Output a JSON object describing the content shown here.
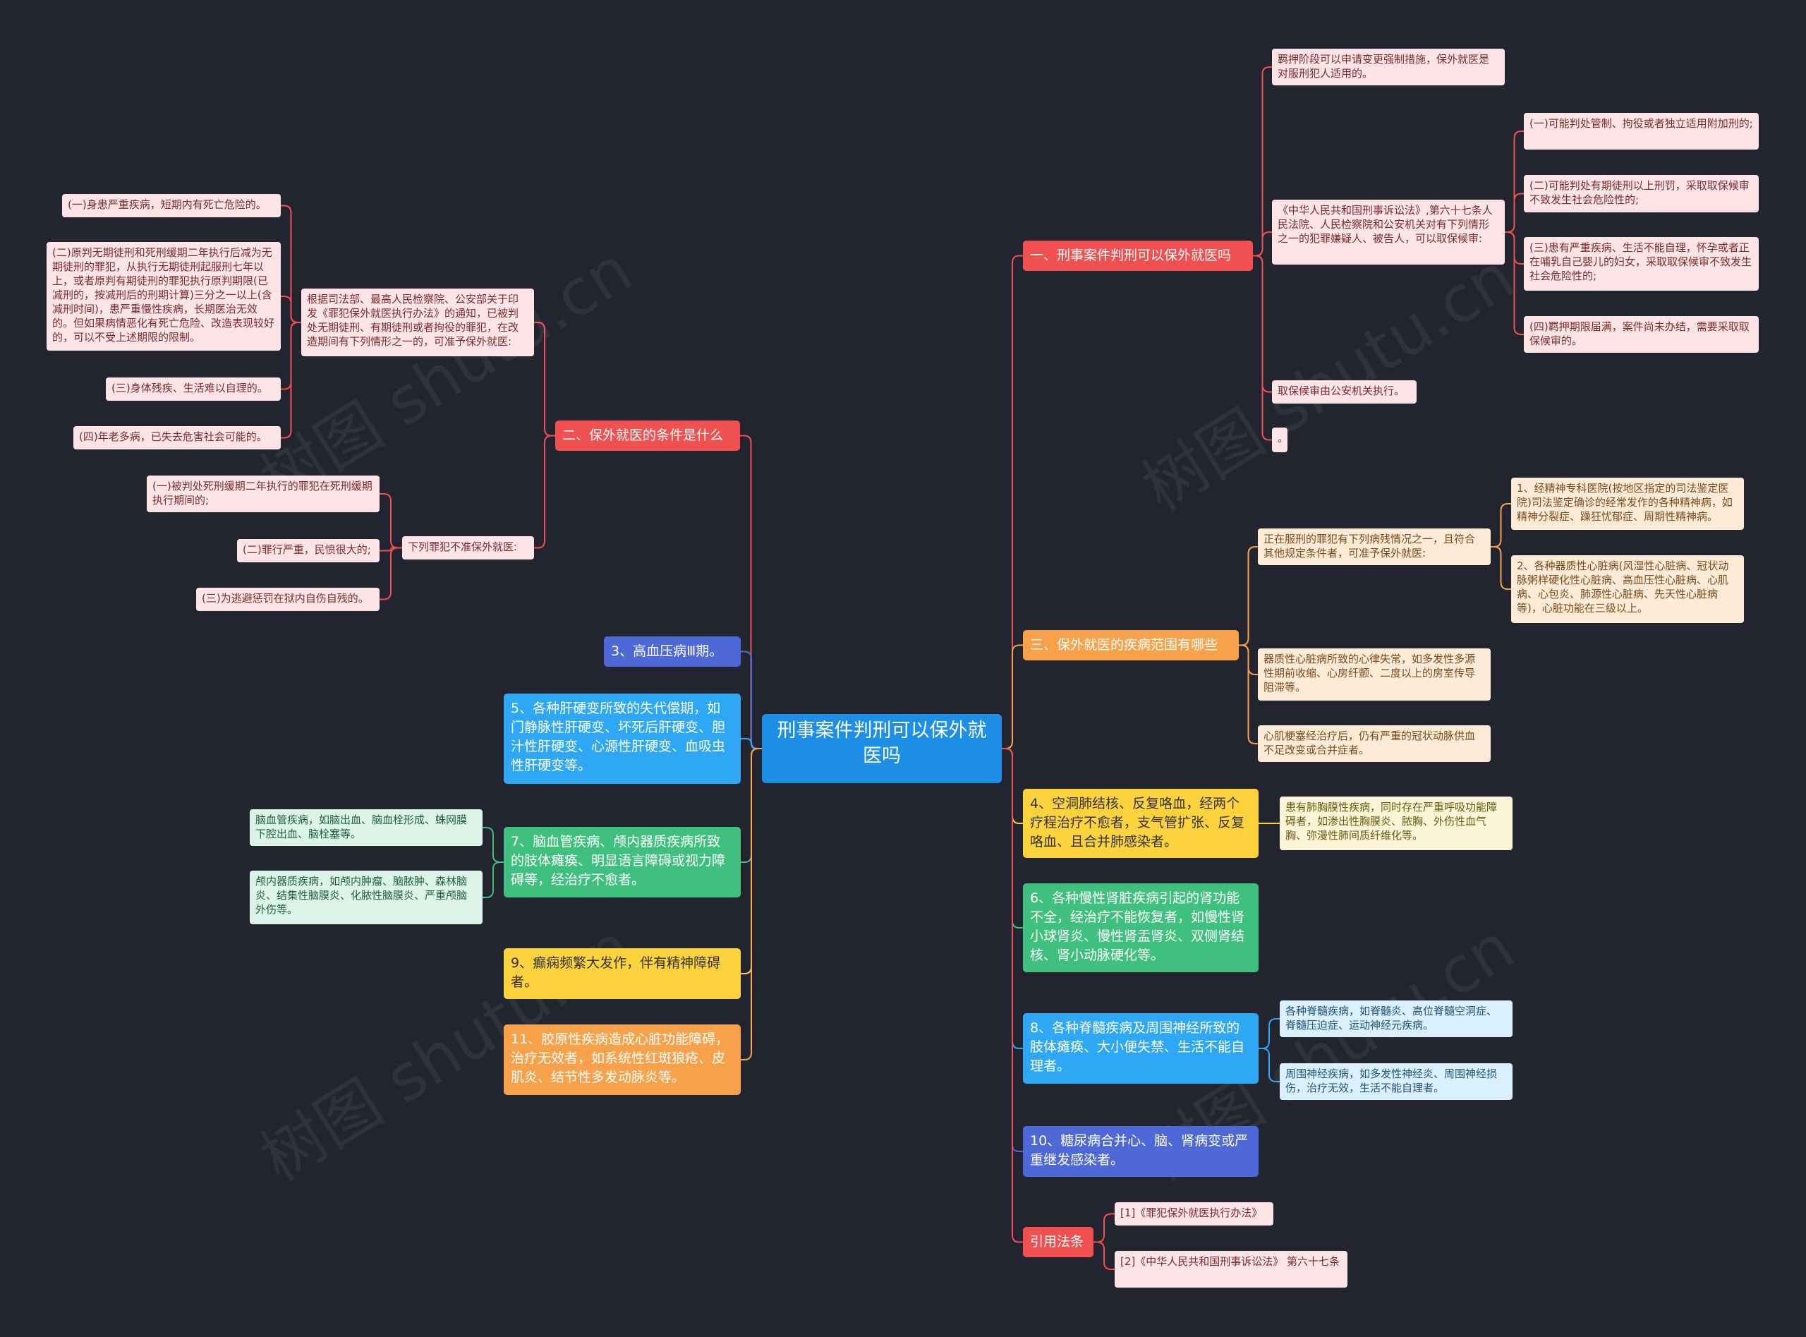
{
  "root": {
    "title": "刑事案件判刑可以保外就医吗"
  },
  "branches": {
    "b1": {
      "label": "一、刑事案件判刑可以保外就医吗",
      "n1": "羁押阶段可以申请变更强制措施，保外就医是对服刑犯人适用的。",
      "n2": "《中华人民共和国刑事诉讼法》,第六十七条人民法院、人民检察院和公安机关对有下列情形之一的犯罪嫌疑人、被告人，可以取保候审:",
      "n2a": "(一)可能判处管制、拘役或者独立适用附加刑的;",
      "n2b": "(二)可能判处有期徒刑以上刑罚，采取取保候审不致发生社会危险性的;",
      "n2c": "(三)患有严重疾病、生活不能自理，怀孕或者正在哺乳自己婴儿的妇女，采取取保候审不致发生社会危险性的;",
      "n2d": "(四)羁押期限届满，案件尚未办结，需要采取取保候审的。",
      "n3": "取保候审由公安机关执行。",
      "n4": "。"
    },
    "b2": {
      "label": "二、保外就医的条件是什么",
      "n1": "根据司法部、最高人民检察院、公安部关于印发《罪犯保外就医执行办法》的通知，已被判处无期徒刑、有期徒刑或者拘役的罪犯，在改造期间有下列情形之一的，可准予保外就医:",
      "n1a": "(一)身患严重疾病，短期内有死亡危险的。",
      "n1b": "(二)原判无期徒刑和死刑缓期二年执行后减为无期徒刑的罪犯，从执行无期徒刑起服刑七年以上，或者原判有期徒刑的罪犯执行原判期限(已减刑的，按减刑后的刑期计算)三分之一以上(含减刑时间)，患严重慢性疾病，长期医治无效的。但如果病情恶化有死亡危险、改造表现较好的，可以不受上述期限的限制。",
      "n1c": "(三)身体残疾、生活难以自理的。",
      "n1d": "(四)年老多病，已失去危害社会可能的。",
      "n2": "下列罪犯不准保外就医:",
      "n2a": "(一)被判处死刑缓期二年执行的罪犯在死刑缓期执行期间的;",
      "n2b": "(二)罪行严重，民愤很大的;",
      "n2c": "(三)为逃避惩罚在狱内自伤自残的。"
    },
    "b3": {
      "label": "三、保外就医的疾病范围有哪些",
      "n1": "正在服刑的罪犯有下列病残情况之一，且符合其他规定条件者，可准予保外就医:",
      "n1a": "1、经精神专科医院(按地区指定的司法鉴定医院)司法鉴定确诊的经常发作的各种精神病，如精神分裂症、躁狂忧郁症、周期性精神病。",
      "n1b": "2、各种器质性心脏病(风湿性心脏病、冠状动脉粥样硬化性心脏病、高血压性心脏病、心肌病、心包炎、肺源性心脏病、先天性心脏病等)，心脏功能在三级以上。",
      "n2": "器质性心脏病所致的心律失常，如多发性多源性期前收缩、心房纤颤、二度以上的房室传导阻滞等。",
      "n3": "心肌梗塞经治疗后，仍有严重的冠状动脉供血不足改变或合并症者。"
    },
    "b4": {
      "label": "4、空洞肺结核、反复咯血，经两个疗程治疗不愈者，支气管扩张、反复咯血、且合并肺感染者。",
      "n1": "患有肺胸膜性疾病，同时存在严重呼吸功能障碍者，如渗出性胸膜炎、脓胸、外伤性血气胸、弥漫性肺间质纤维化等。"
    },
    "b6": {
      "label": "6、各种慢性肾脏疾病引起的肾功能不全，经治疗不能恢复者，如慢性肾小球肾炎、慢性肾盂肾炎、双侧肾结核、肾小动脉硬化等。"
    },
    "b8": {
      "label": "8、各种脊髓疾病及周围神经所致的肢体瘫痪、大小便失禁、生活不能自理者。",
      "n1": "各种脊髓疾病，如脊髓炎、高位脊髓空洞症、脊髓压迫症、运动神经元疾病。",
      "n2": "周围神经疾病，如多发性神经炎、周围神经损伤，治疗无效，生活不能自理者。"
    },
    "b10": {
      "label": "10、糖尿病合并心、脑、肾病变或严重继发感染者。"
    },
    "ref": {
      "label": "引用法条",
      "n1": "[1]《罪犯保外就医执行办法》",
      "n2": "[2]《中华人民共和国刑事诉讼法》 第六十七条"
    },
    "b3l": {
      "label": "3、高血压病Ⅲ期。"
    },
    "b5": {
      "label": "5、各种肝硬变所致的失代偿期，如门静脉性肝硬变、坏死后肝硬变、胆汁性肝硬变、心源性肝硬变、血吸虫性肝硬变等。"
    },
    "b7": {
      "label": "7、脑血管疾病、颅内器质疾病所致的肢体瘫痪、明显语言障碍或视力障碍等，经治疗不愈者。",
      "n1": "脑血管疾病，如脑出血、脑血栓形成、蛛网膜下腔出血、脑栓塞等。",
      "n2": "颅内器质疾病，如颅内肿瘤、脑脓肿、森林脑炎、结集性脑膜炎、化脓性脑膜炎、严重颅脑外伤等。"
    },
    "b9": {
      "label": "9、癫痫频繁大发作，伴有精神障碍者。"
    },
    "b11": {
      "label": "11、胶原性疾病造成心脏功能障碍，治疗无效者，如系统性红斑狼疮、皮肌炎、结节性多发动脉炎等。"
    }
  },
  "watermark": "树图 shutu.cn",
  "colors": {
    "background": "#22252f",
    "root": "#1e8fe6",
    "red": "#f05050",
    "orange": "#f7a24a",
    "yellow": "#fcd23d",
    "green": "#3fc07f",
    "blue": "#2ea8f5",
    "indigo": "#4f68d8"
  }
}
